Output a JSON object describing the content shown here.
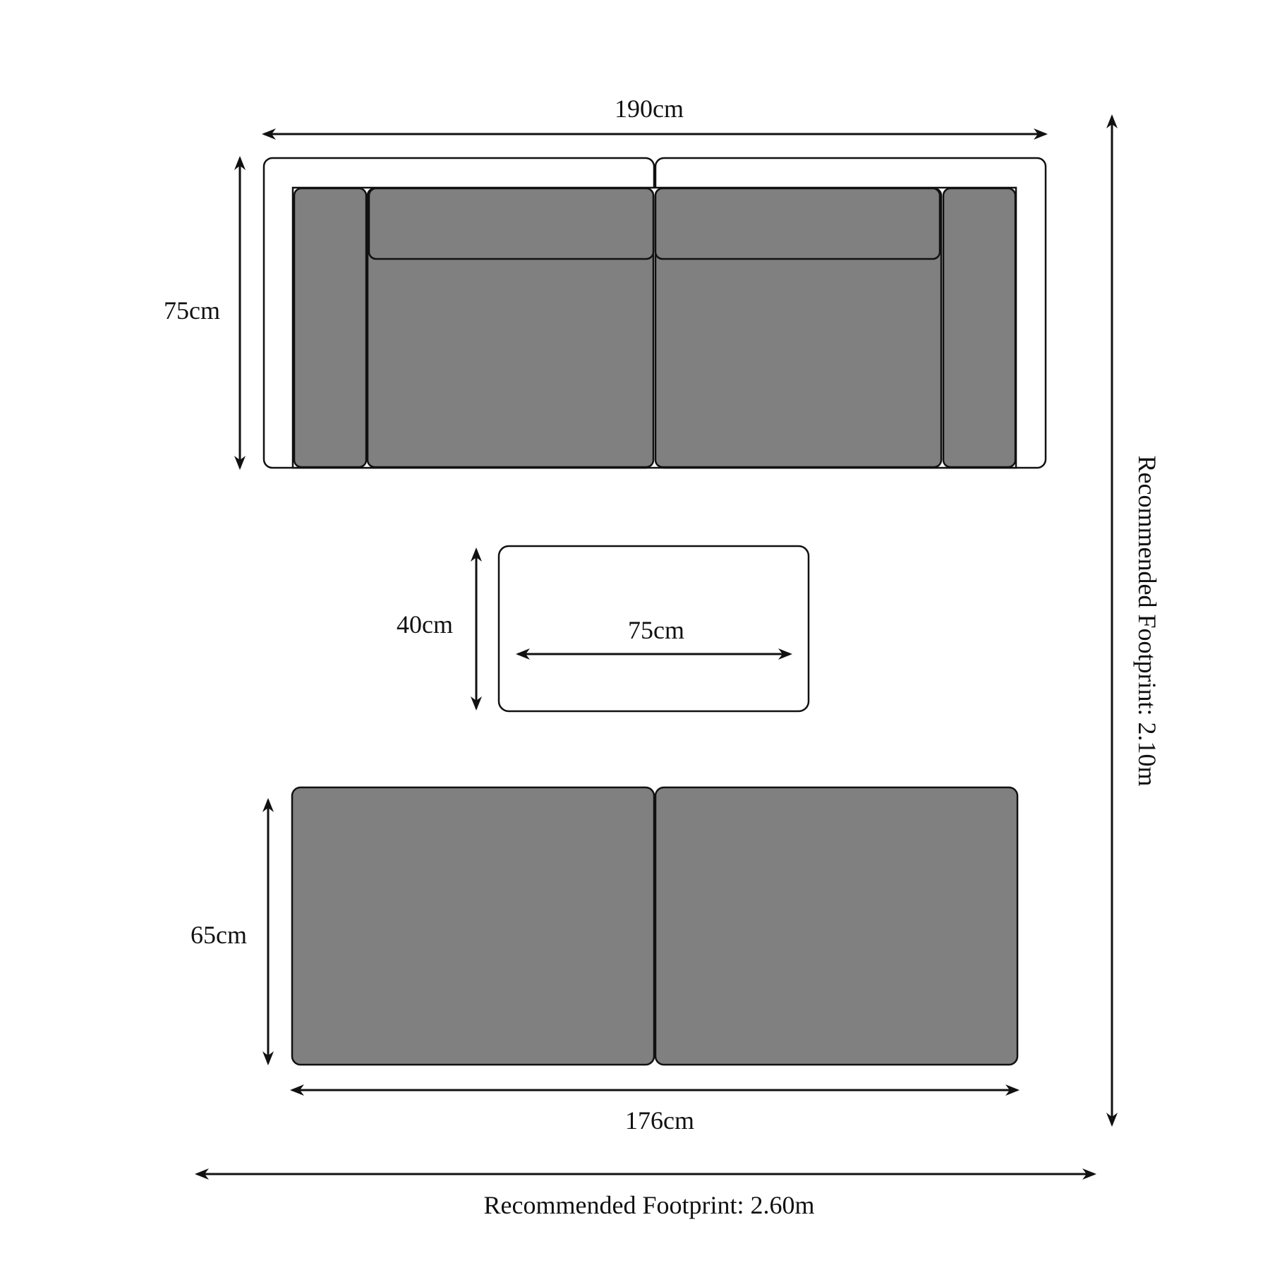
{
  "colors": {
    "cushion": "#808080",
    "outline": "#111111",
    "background": "#ffffff"
  },
  "sofa": {
    "width_label": "190cm",
    "depth_label": "75cm"
  },
  "coffee_table": {
    "width_label": "75cm",
    "depth_label": "40cm"
  },
  "bench": {
    "width_label": "176cm",
    "depth_label": "65cm"
  },
  "footprint": {
    "width_label": "Recommended Footprint: 2.60m",
    "depth_label": "Recommended Footprint: 2.10m"
  }
}
